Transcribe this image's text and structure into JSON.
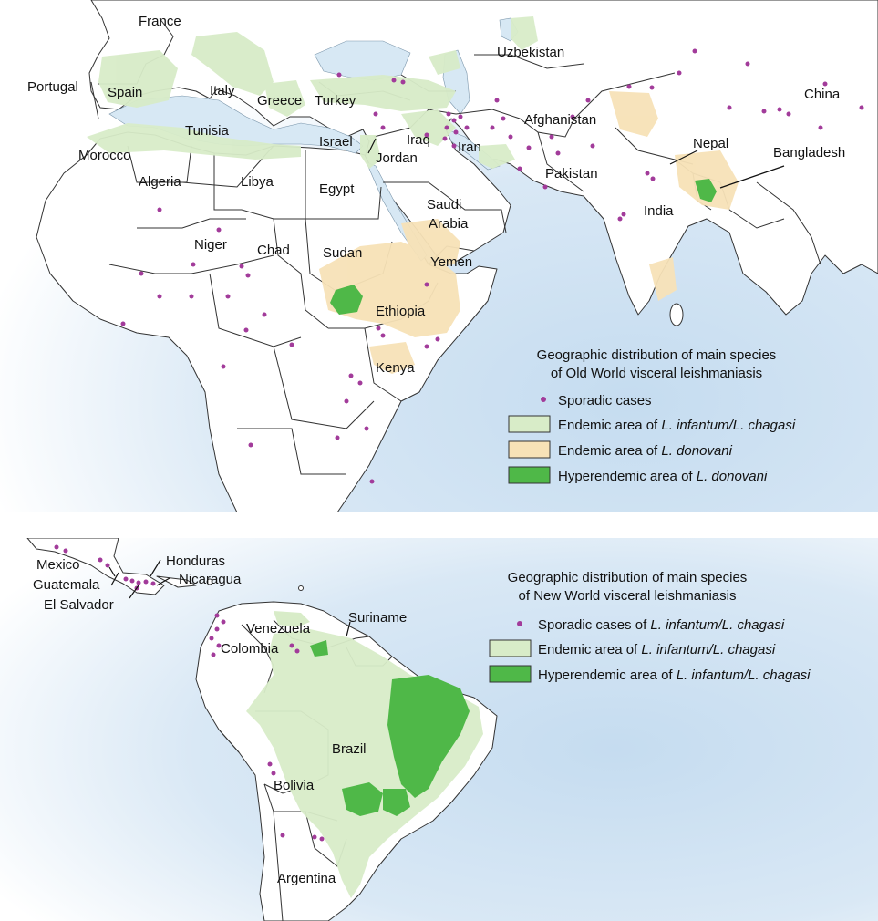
{
  "colors": {
    "ocean": "#c8ddf0",
    "land": "#ffffff",
    "border": "#333333",
    "infantum_endemic": "#d8ecc8",
    "donovani_endemic": "#f7e2b7",
    "hyperendemic": "#4fb848",
    "sporadic_dot": "#a23b9a"
  },
  "old_world": {
    "countries": {
      "france": "France",
      "portugal": "Portugal",
      "spain": "Spain",
      "italy": "Italy",
      "greece": "Greece",
      "turkey": "Turkey",
      "uzbekistan": "Uzbekistan",
      "china": "China",
      "afghanistan": "Afghanistan",
      "tunisia": "Tunisia",
      "israel": "Israel",
      "iraq": "Iraq",
      "iran": "Iran",
      "nepal": "Nepal",
      "bangladesh": "Bangladesh",
      "morocco": "Morocco",
      "jordan": "Jordan",
      "pakistan": "Pakistan",
      "algeria": "Algeria",
      "libya": "Libya",
      "egypt": "Egypt",
      "saudi_1": "Saudi",
      "saudi_2": "Arabia",
      "india": "India",
      "niger": "Niger",
      "chad": "Chad",
      "sudan": "Sudan",
      "yemen": "Yemen",
      "ethiopia": "Ethiopia",
      "kenya": "Kenya"
    },
    "legend": {
      "title_1": "Geographic distribution of main species",
      "title_2": "of Old World visceral leishmaniasis",
      "sporadic": "Sporadic cases",
      "infantum_prefix": "Endemic area of ",
      "infantum_species": "L. infantum/L. chagasi",
      "donovani_prefix": "Endemic area of ",
      "donovani_species": "L. donovani",
      "hyper_prefix": "Hyperendemic area of ",
      "hyper_species": "L. donovani"
    }
  },
  "new_world": {
    "countries": {
      "mexico": "Mexico",
      "honduras": "Honduras",
      "guatemala": "Guatemala",
      "nicaragua": "Nicaragua",
      "el_salvador": "El Salvador",
      "venezuela": "Venezuela",
      "suriname": "Suriname",
      "colombia": "Colombia",
      "brazil": "Brazil",
      "bolivia": "Bolivia",
      "argentina": "Argentina"
    },
    "legend": {
      "title_1": "Geographic distribution of main species",
      "title_2": "of New World visceral leishmaniasis",
      "sporadic_prefix": "Sporadic cases of ",
      "sporadic_species": "L. infantum/L. chagasi",
      "endemic_prefix": "Endemic area of ",
      "endemic_species": "L. infantum/L. chagasi",
      "hyper_prefix": "Hyperendemic area of ",
      "hyper_species": "L. infantum/L. chagasi"
    }
  }
}
